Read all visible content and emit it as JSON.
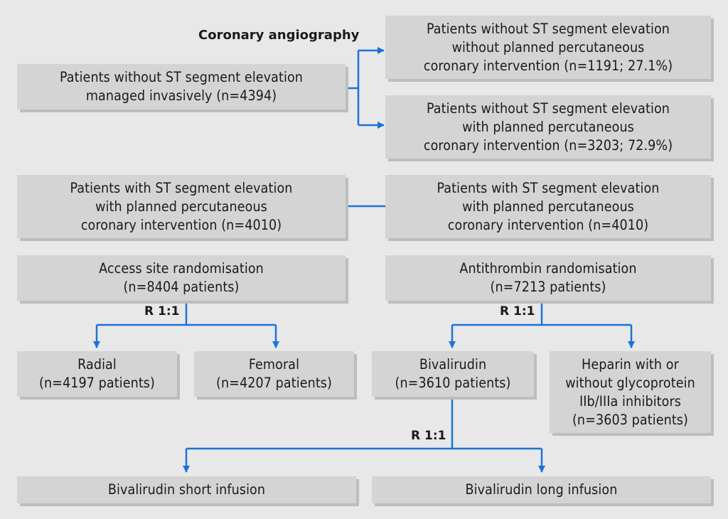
{
  "colors": {
    "connector": "#1a73d9",
    "box": "#d4d4d4",
    "background": "#e8e8e8"
  },
  "labels": {
    "coronary_angiography": "Coronary angiography",
    "ratio_access": "R 1:1",
    "ratio_antithrombin": "R 1:1",
    "ratio_bivalirudin": "R 1:1"
  },
  "boxes": {
    "nste_invasive": "Patients without ST segment elevation\nmanaged invasively (n=4394)",
    "nste_no_pci": "Patients without ST segment elevation\nwithout planned percutaneous\ncoronary intervention (n=1191; 27.1%)",
    "nste_pci": "Patients without ST segment elevation\nwith planned percutaneous\ncoronary intervention (n=3203; 72.9%)",
    "ste_pci_left": "Patients with ST segment elevation\nwith planned percutaneous\ncoronary intervention (n=4010)",
    "ste_pci_right": "Patients with ST segment elevation\nwith planned percutaneous\ncoronary intervention (n=4010)",
    "access_rand": "Access site randomisation\n(n=8404 patients)",
    "antithrombin_rand": "Antithrombin randomisation\n(n=7213 patients)",
    "radial": "Radial\n(n=4197 patients)",
    "femoral": "Femoral\n(n=4207 patients)",
    "bivalirudin": "Bivalirudin\n(n=3610 patients)",
    "heparin": "Heparin with or\nwithout glycoprotein\nIIb/IIIa inhibitors\n(n=3603 patients)",
    "biv_short": "Bivalirudin short infusion",
    "biv_long": "Bivalirudin long infusion"
  }
}
